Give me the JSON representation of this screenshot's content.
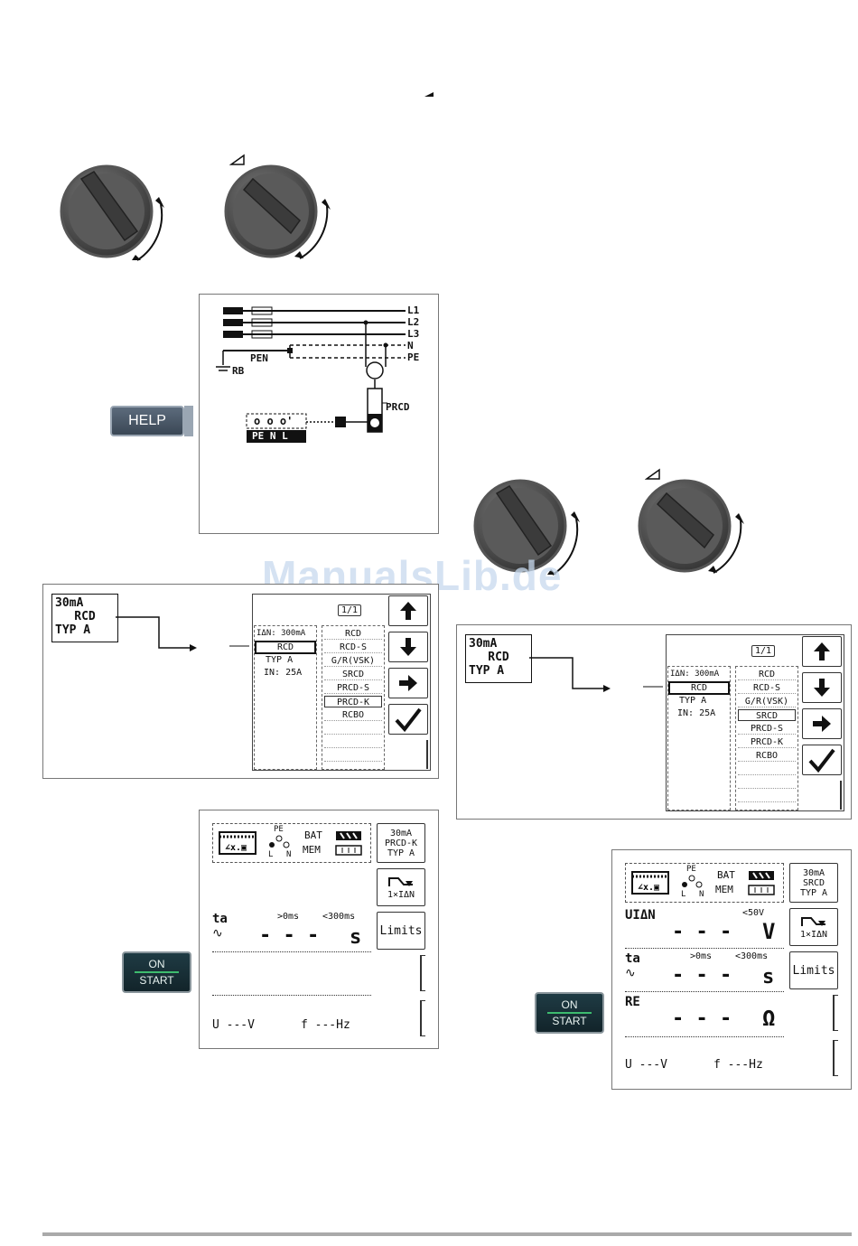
{
  "help_button": {
    "label": "HELP"
  },
  "on_start_button": {
    "line1": "ON",
    "line2": "START"
  },
  "wiring": {
    "labels": {
      "l1": "L1",
      "l2": "L2",
      "l3": "L3",
      "n": "N",
      "pe": "PE",
      "pen": "PEN",
      "rb": "RB",
      "prcd": "PRCD"
    },
    "socket_top": "o o o'",
    "socket_labels": "PE N L"
  },
  "select_left": {
    "rcd_label": [
      "30mA",
      "RCD",
      "TYP A"
    ],
    "page_indicator": "1/1",
    "params": {
      "idn": "IΔN: 300mA",
      "selected": "RCD",
      "typ": "TYP   A",
      "in": "IN:   25A"
    },
    "options": [
      "RCD",
      "RCD-S",
      "G/R(VSK)",
      "SRCD",
      "PRCD-S",
      "PRCD-K",
      "RCBO"
    ],
    "selected_option": "PRCD-K"
  },
  "select_right": {
    "rcd_label": [
      "30mA",
      "RCD",
      "TYP A"
    ],
    "page_indicator": "1/1",
    "params": {
      "idn": "IΔN: 300mA",
      "selected": "RCD",
      "typ": "TYP   A",
      "in": "IN:   25A"
    },
    "options": [
      "RCD",
      "RCD-S",
      "G/R(VSK)",
      "SRCD",
      "PRCD-S",
      "PRCD-K",
      "RCBO"
    ],
    "selected_option": "SRCD"
  },
  "meas_left": {
    "status": {
      "bat": "BAT",
      "mem": "MEM",
      "pe": "PE",
      "l": "L",
      "n": "N"
    },
    "rcd_box": [
      "30mA",
      "PRCD-K",
      "TYP A"
    ],
    "mult_label": "1×IΔN",
    "ta_label": "ta",
    "ta_range": {
      "min": ">0ms",
      "max": "<300ms"
    },
    "ta_value": "- - -",
    "ta_unit": "s",
    "limits_label": "Limits",
    "u_label": "U  ---V",
    "f_label": "f  ---Hz"
  },
  "meas_right": {
    "status": {
      "bat": "BAT",
      "mem": "MEM",
      "pe": "PE",
      "l": "L",
      "n": "N"
    },
    "rcd_box": [
      "30mA",
      "SRCD",
      "TYP A"
    ],
    "mult_label": "1×IΔN",
    "ui_label": "UIΔN",
    "ui_limit": "<50V",
    "ui_value": "- - -",
    "ui_unit": "V",
    "ta_label": "ta",
    "ta_range": {
      "min": ">0ms",
      "max": "<300ms"
    },
    "ta_value": "- - -",
    "ta_unit": "s",
    "re_label": "RE",
    "re_value": "- - -",
    "re_unit": "Ω",
    "limits_label": "Limits",
    "u_label": "U  ---V",
    "f_label": "f  ---Hz"
  },
  "watermark": "ManualsLib.de"
}
